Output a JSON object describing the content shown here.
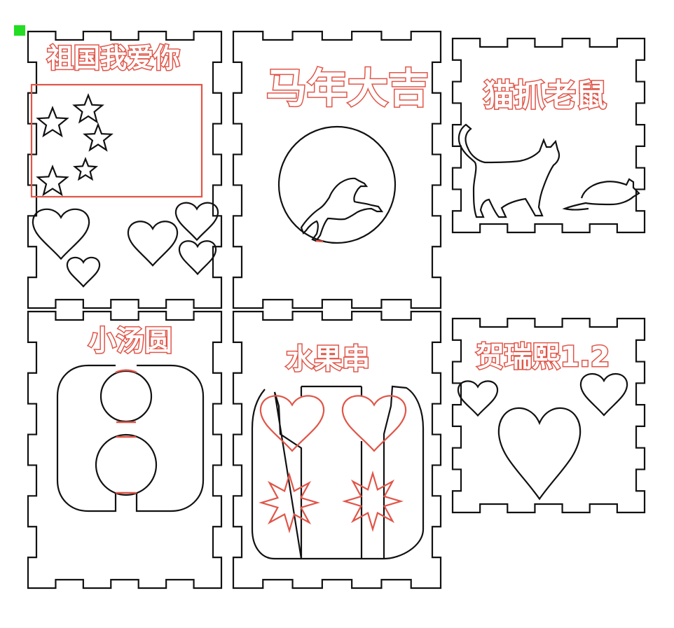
{
  "colors": {
    "cut": "#111111",
    "engrave": "#e05548",
    "marker": "#22dd22",
    "background": "#ffffff"
  },
  "panels": [
    {
      "id": "flag",
      "title": "祖国我爱你"
    },
    {
      "id": "horse",
      "title": "马年大吉"
    },
    {
      "id": "cat",
      "title": "猫抓老鼠"
    },
    {
      "id": "tangyuan",
      "title": "小汤圆"
    },
    {
      "id": "fruit",
      "title": "水果串"
    },
    {
      "id": "hearts",
      "title": "贺瑞熙1.2"
    }
  ]
}
